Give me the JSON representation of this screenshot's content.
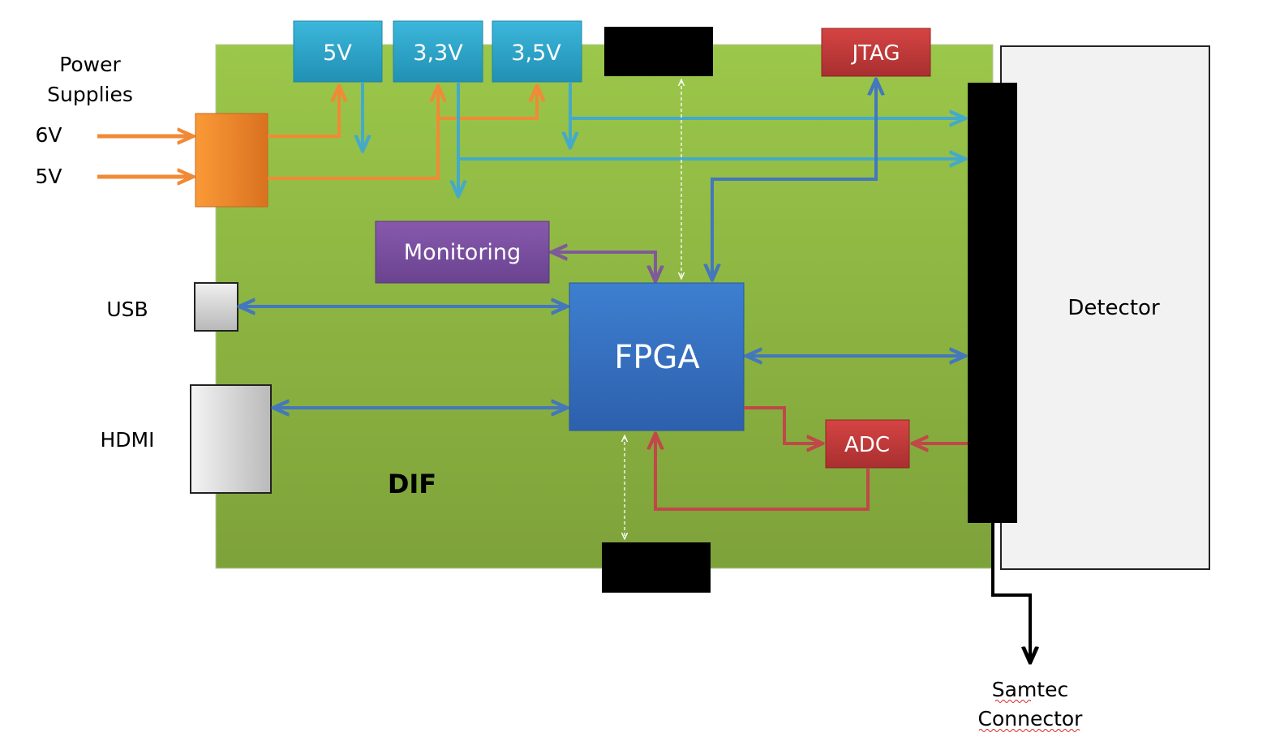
{
  "labels": {
    "power_supplies_line1": "Power",
    "power_supplies_line2": "Supplies",
    "in_6v": "6V",
    "in_5v": "5V",
    "usb": "USB",
    "hdmi": "HDMI",
    "dif": "DIF",
    "detector": "Detector",
    "samtec_line1": "Samtec",
    "samtec_line2": "Connector"
  },
  "blocks": {
    "reg_5v": "5V",
    "reg_3v3": "3,3V",
    "reg_3v5": "3,5V",
    "jtag": "JTAG",
    "monitoring": "Monitoring",
    "fpga": "FPGA",
    "adc": "ADC"
  },
  "colors": {
    "board": "#8fb83e",
    "regulator": "#2fa6c9",
    "power_line": "#f18a36",
    "supply_line": "#45a9c8",
    "fpga": "#3572c6",
    "data_line": "#4477bb",
    "jtag_adc": "#c3383a",
    "adc_line": "#c04848",
    "monitoring": "#7a4ea0",
    "monitor_line": "#7f5a99",
    "connector": "#000000"
  }
}
